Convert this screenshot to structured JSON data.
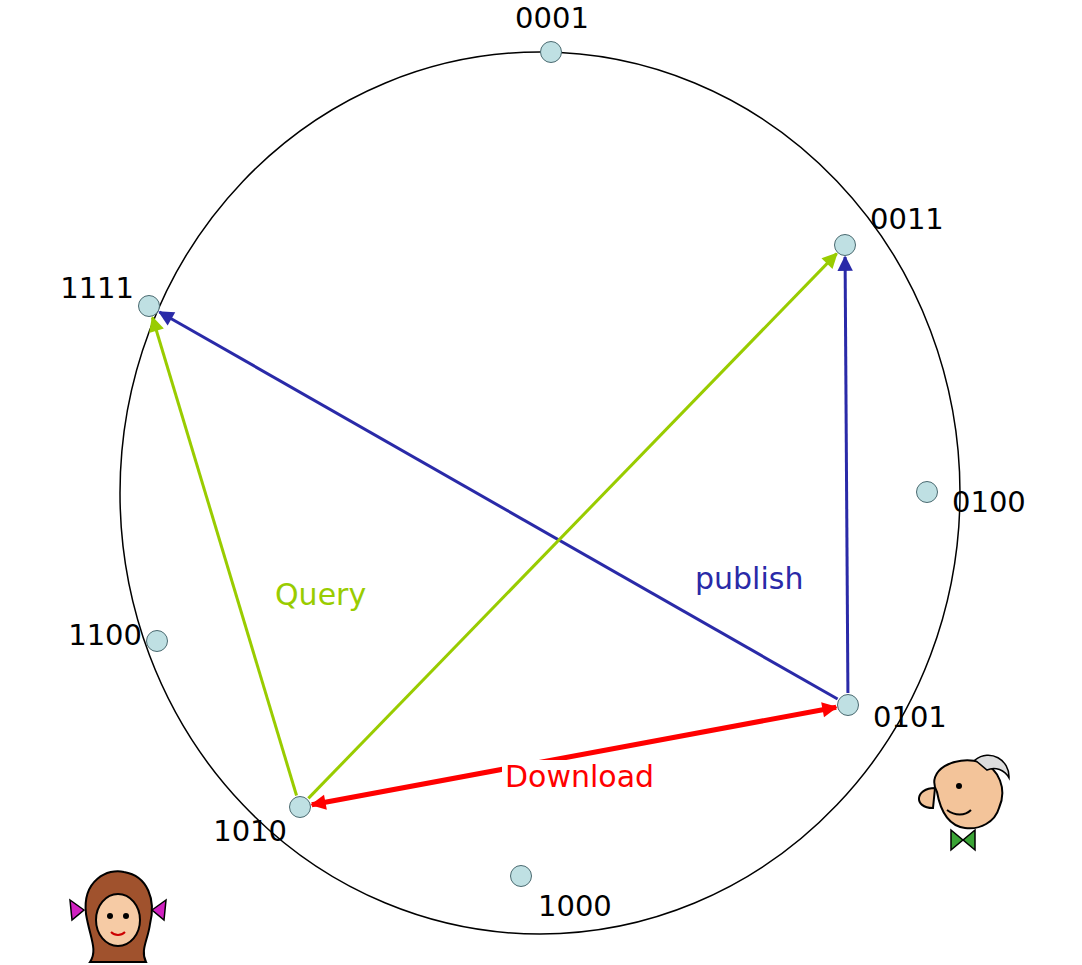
{
  "diagram": {
    "nodes": [
      {
        "text": [
          "0001"
        ]
      },
      {
        "text": [
          "0011"
        ]
      },
      {
        "text": [
          "1111"
        ]
      },
      {
        "text": [
          "0100"
        ]
      },
      {
        "text": [
          "1100"
        ]
      },
      {
        "text": [
          "0101"
        ]
      },
      {
        "text": [
          "1010"
        ]
      },
      {
        "text": [
          "1000"
        ]
      }
    ],
    "edges": [
      {
        "from": 5,
        "to": 1,
        "arrow": "to",
        "label": "publish"
      },
      {
        "from": 5,
        "to": 2,
        "arrow": "to"
      },
      {
        "from": 6,
        "to": 2,
        "arrow": "to",
        "label": "Query"
      },
      {
        "from": 6,
        "to": 1,
        "arrow": "to"
      },
      {
        "from": 6,
        "to": 5,
        "arrow": "both",
        "label": "Download"
      }
    ]
  }
}
